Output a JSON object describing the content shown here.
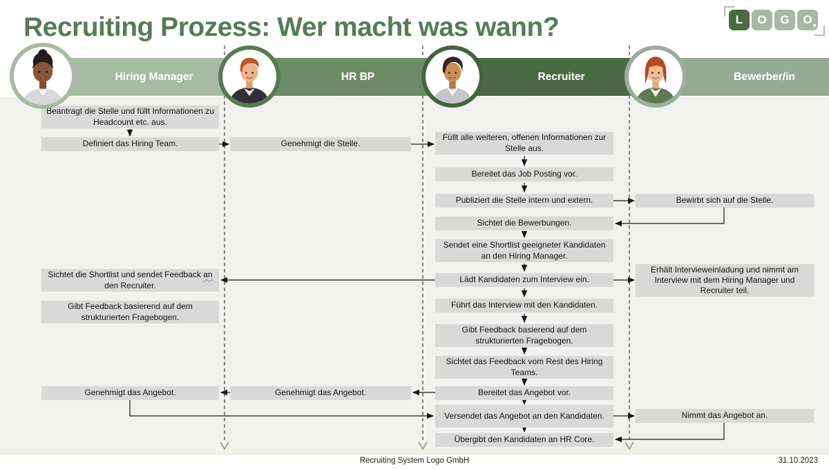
{
  "title": "Recruiting Prozess: Wer macht was wann?",
  "logo": {
    "tiles": [
      "L",
      "O",
      "G",
      "O"
    ]
  },
  "lanes": [
    {
      "name": "Hiring Manager",
      "tasks": [
        "Beantragt die Stelle und füllt Informationen zu Headcount etc. aus.",
        "Definiert das Hiring Team.",
        {
          "pre": "Sichtet die Shortlist und sendet Feedback ",
          "marked": "an",
          "post": " den Recruiter."
        },
        "Gibt Feedback basierend auf dem strukturierten Fragebogen.",
        "Genehmigt das Angebot."
      ]
    },
    {
      "name": "HR BP",
      "tasks": [
        "Genehmigt die Stelle.",
        "Genehmigt das Angebot."
      ]
    },
    {
      "name": "Recruiter",
      "tasks": [
        "Füllt alle weiteren, offenen Informationen zur Stelle aus.",
        "Bereitet das Job Posting vor.",
        "Publiziert die Stelle intern und extern.",
        "Sichtet die Bewerbungen.",
        "Sendet eine Shortlist geeigneter Kandidaten an den Hiring Manager.",
        "Lädt Kandidaten zum Interview ein.",
        "Führt das Interview mit den Kandidaten.",
        "Gibt Feedback basierend auf dem strukturierten Fragebogen.",
        "Sichtet das Feedback vom Rest des Hiring Teams.",
        "Bereitet das Angebot vor.",
        "Versendet das Angebot an den Kandidaten.",
        "Übergibt den Kandidaten an HR Core."
      ]
    },
    {
      "name": "Bewerber/in",
      "tasks": [
        "Bewirbt sich auf die Stelle.",
        "Erhält Intervieweinladung und nimmt am Interview mit dem Hiring Manager und Recruiter teil.",
        "Nimmt das Angebot an."
      ]
    }
  ],
  "footer": {
    "company": "Recruiting System Logo GmbH",
    "date": "31.10.2023"
  },
  "colors": {
    "title": "#567b59",
    "lane_hiring_manager": "#a8bba5",
    "lane_hr_bp": "#6d8c66",
    "lane_recruiter": "#4a6a44",
    "lane_bewerber": "#96a995",
    "task_fill": "#d9d9d9",
    "lane_background": "#f1f1ee",
    "logo_dark_tile": "#4a6a44",
    "logo_light_tile": "#a8b7a6",
    "lifeline_arrowhead": "#7a9a74"
  }
}
